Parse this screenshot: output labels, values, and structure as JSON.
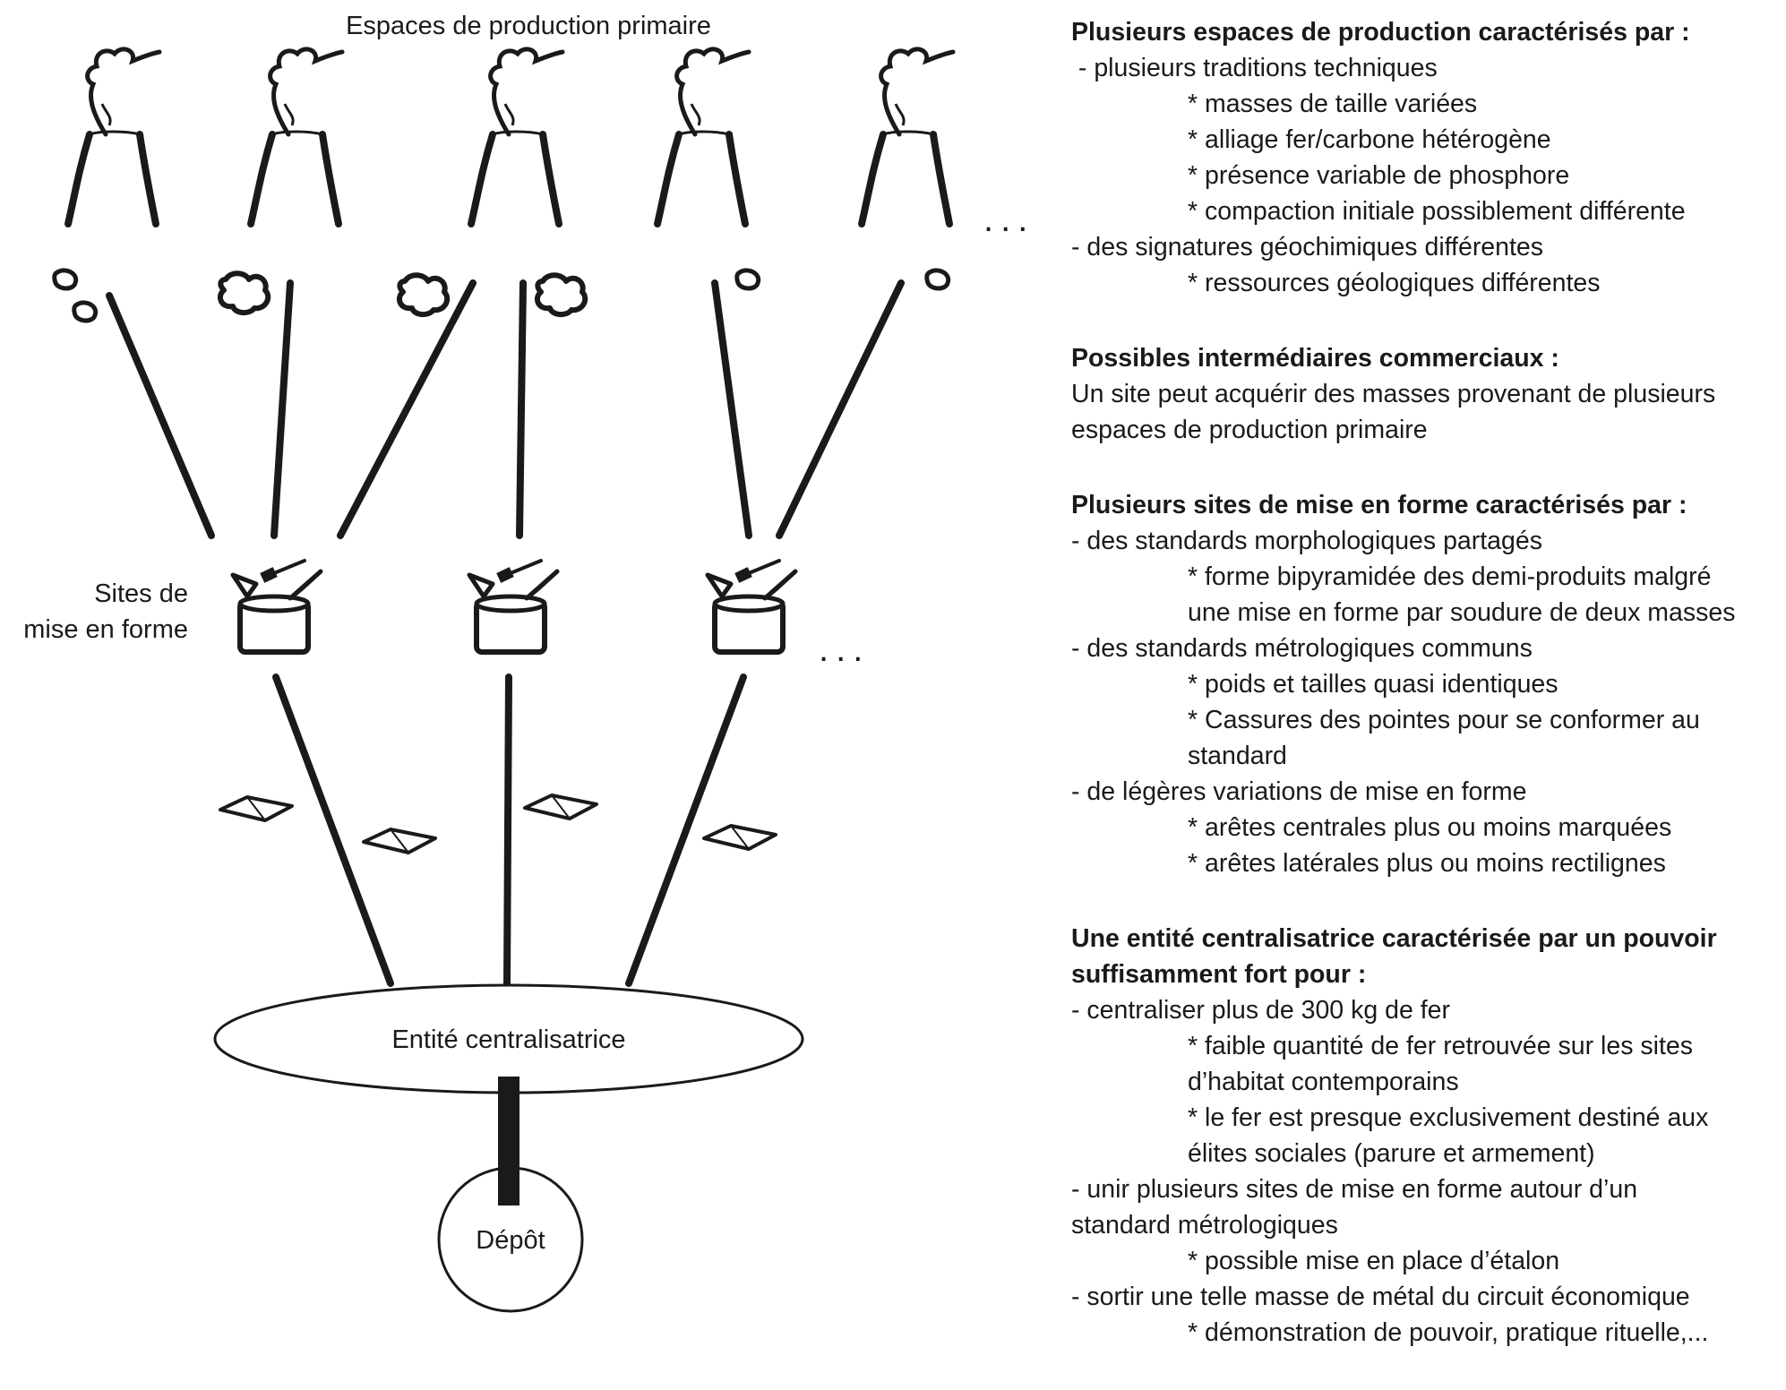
{
  "diagram": {
    "top_label": "Espaces de production primaire",
    "sites_label_line1": "Sites de",
    "sites_label_line2": "mise en forme",
    "ellipsis_top": "...",
    "ellipsis_sites": "...",
    "central_label": "Entité centralisatrice",
    "deposit_label": "Dépôt"
  },
  "legend": {
    "sections": [
      {
        "title_lines": [
          "Plusieurs espaces de production caractérisés par :"
        ],
        "lines": [
          {
            "level": 1,
            "text": " - plusieurs traditions techniques"
          },
          {
            "level": 2,
            "text": "* masses de taille variées"
          },
          {
            "level": 2,
            "text": "* alliage fer/carbone hétérogène"
          },
          {
            "level": 2,
            "text": "* présence variable de phosphore"
          },
          {
            "level": 2,
            "text": "* compaction initiale possiblement différente"
          },
          {
            "level": 1,
            "text": "- des signatures géochimiques différentes"
          },
          {
            "level": 2,
            "text": "* ressources géologiques différentes"
          }
        ]
      },
      {
        "title_lines": [
          "Possibles intermédiaires commerciaux :"
        ],
        "lines": [
          {
            "level": 1,
            "text": "Un site peut acquérir des masses provenant de plusieurs"
          },
          {
            "level": 1,
            "text": "espaces de production primaire"
          }
        ]
      },
      {
        "title_lines": [
          "Plusieurs sites de mise en forme caractérisés par :"
        ],
        "lines": [
          {
            "level": 1,
            "text": "- des standards morphologiques partagés"
          },
          {
            "level": 2,
            "text": "* forme bipyramidée des demi-produits malgré"
          },
          {
            "level": 3,
            "text": "une mise en forme par soudure de deux masses"
          },
          {
            "level": 1,
            "text": "- des standards métrologiques communs"
          },
          {
            "level": 2,
            "text": "* poids et tailles quasi identiques"
          },
          {
            "level": 2,
            "text": "* Cassures des pointes pour se conformer au"
          },
          {
            "level": 3,
            "text": "standard"
          },
          {
            "level": 1,
            "text": "- de légères variations de mise en forme"
          },
          {
            "level": 2,
            "text": "* arêtes centrales plus ou moins marquées"
          },
          {
            "level": 2,
            "text": "* arêtes latérales plus ou moins rectilignes"
          }
        ]
      },
      {
        "title_lines": [
          "Une entité centralisatrice caractérisée par un pouvoir",
          "suffisamment fort pour :"
        ],
        "lines": [
          {
            "level": 1,
            "text": "- centraliser plus de 300 kg de fer"
          },
          {
            "level": 2,
            "text": "* faible quantité de fer retrouvée sur les sites"
          },
          {
            "level": 3,
            "text": "d’habitat contemporains"
          },
          {
            "level": 2,
            "text": "* le fer est presque exclusivement destiné aux"
          },
          {
            "level": 3,
            "text": "élites sociales (parure et armement)"
          },
          {
            "level": 1,
            "text": "- unir plusieurs sites de mise en forme autour d’un"
          },
          {
            "level": 1,
            "text": "standard métrologiques"
          },
          {
            "level": 2,
            "text": "* possible mise en place d’étalon"
          },
          {
            "level": 1,
            "text": "- sortir une telle masse de métal du circuit économique"
          },
          {
            "level": 2,
            "text": "* démonstration de pouvoir, pratique rituelle,..."
          }
        ]
      }
    ]
  }
}
